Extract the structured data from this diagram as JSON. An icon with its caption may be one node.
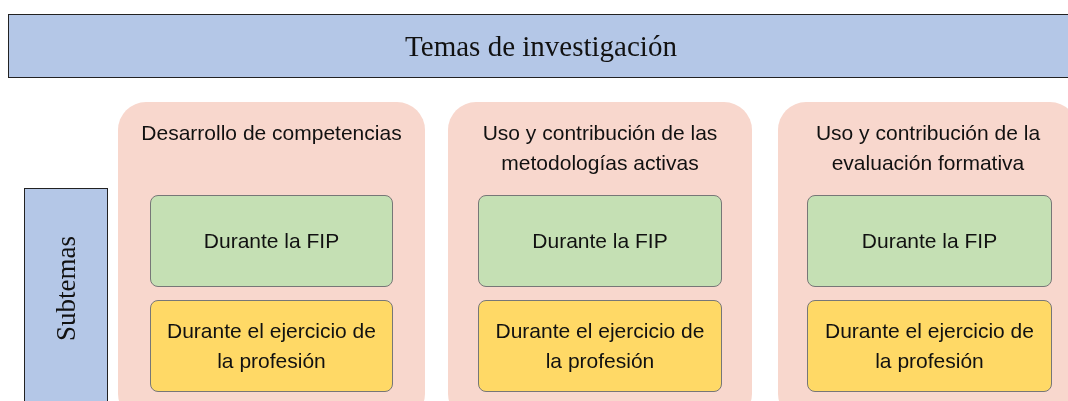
{
  "diagram": {
    "nodes": [
      {
        "text": [
          "Temas de investigación"
        ]
      },
      {
        "text": [
          "Subtemas"
        ]
      },
      {
        "text": [
          "Desarrollo de competencias"
        ]
      },
      {
        "text": [
          "Durante la FIP"
        ],
        "in": 2
      },
      {
        "text": [
          "Durante el ejercicio de la profesión"
        ],
        "in": 2
      },
      {
        "text": [
          "Uso y contribución de las metodologías activas"
        ]
      },
      {
        "text": [
          "Durante la FIP"
        ],
        "in": 5
      },
      {
        "text": [
          "Durante el ejercicio de la profesión"
        ],
        "in": 5
      },
      {
        "text": [
          "Uso y contribución de la evaluación formativa"
        ]
      },
      {
        "text": [
          "Durante la FIP"
        ],
        "in": 8
      },
      {
        "text": [
          "Durante el ejercicio de la profesión"
        ],
        "in": 8
      }
    ]
  }
}
